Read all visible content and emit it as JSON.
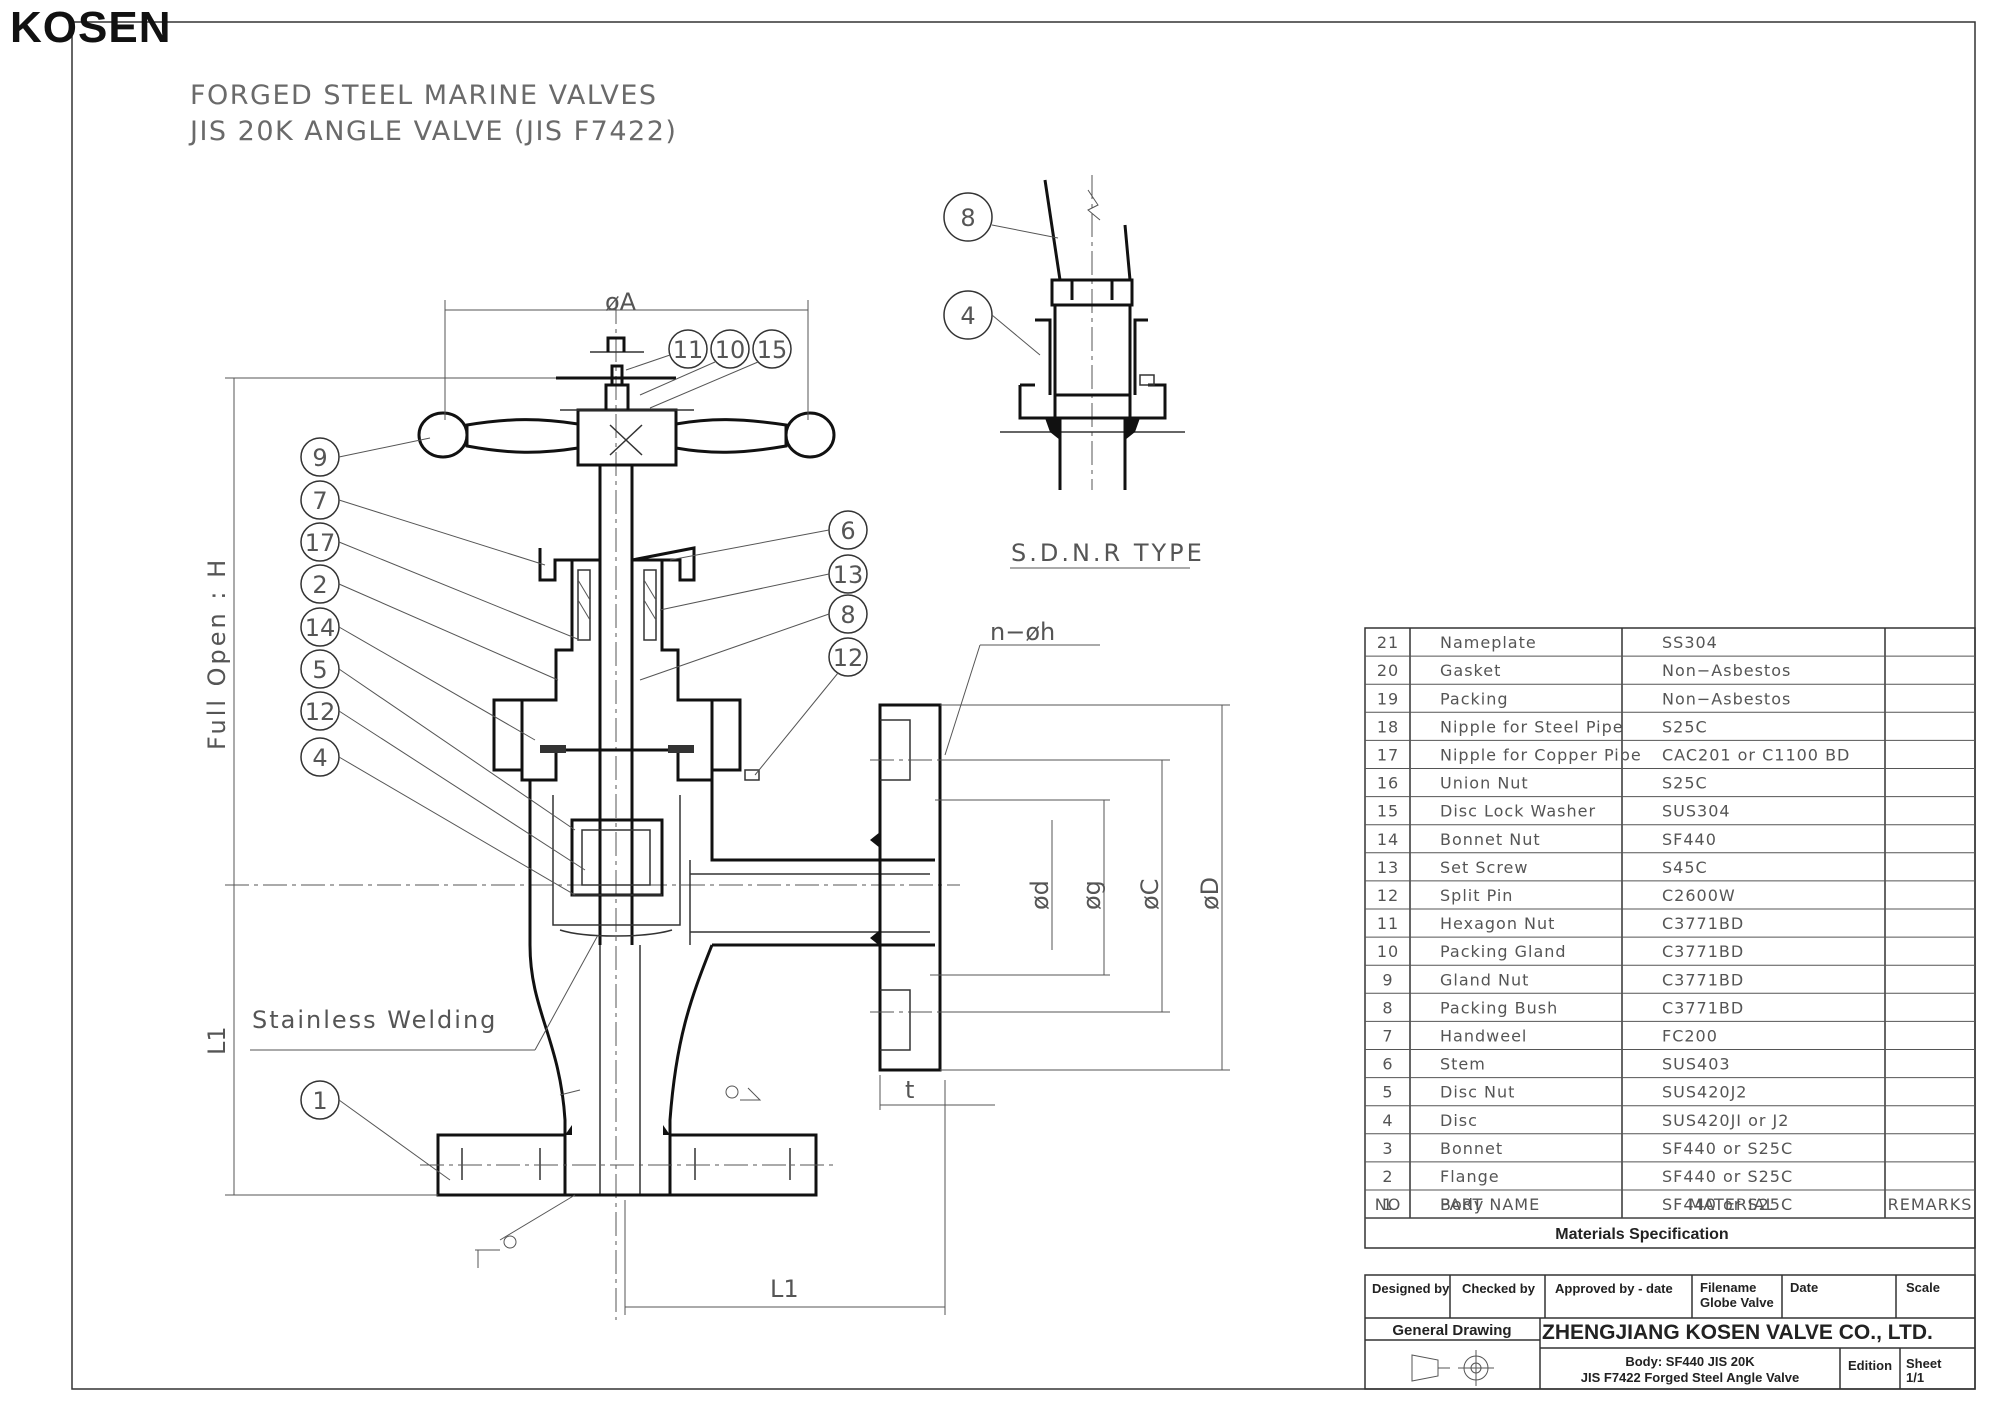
{
  "logo": "KOSEN",
  "title": {
    "line1": "FORGED STEEL MARINE VALVES",
    "line2": "JIS 20K ANGLE VALVE (JIS F7422)"
  },
  "detail": {
    "label": "S.D.N.R TYPE",
    "balloons": [
      "8",
      "4"
    ]
  },
  "dimensions": {
    "phiA": "øA",
    "full_open_h": "Full Open : H",
    "L1_vertical": "L1",
    "L1_horizontal": "L1",
    "n_phi_h": "n−øh",
    "phi_d": "ød",
    "phi_g": "øg",
    "phi_C": "øC",
    "phi_D": "øD",
    "t": "t"
  },
  "welding_note": "Stainless Welding",
  "balloons": {
    "b9": "9",
    "b7": "7",
    "b17": "17",
    "b2": "2",
    "b14": "14",
    "b5": "5",
    "b12a": "12",
    "b4": "4",
    "b1": "1",
    "b11": "11",
    "b10": "10",
    "b15": "15",
    "b6": "6",
    "b13": "13",
    "b8": "8",
    "b12b": "12"
  },
  "parts": [
    {
      "no": "21",
      "name": "Nameplate",
      "material": "SS304"
    },
    {
      "no": "20",
      "name": "Gasket",
      "material": "Non−Asbestos"
    },
    {
      "no": "19",
      "name": "Packing",
      "material": "Non−Asbestos"
    },
    {
      "no": "18",
      "name": "Nipple for Steel Pipe",
      "material": "S25C"
    },
    {
      "no": "17",
      "name": "Nipple for Copper Pipe",
      "material": "CAC201 or C1100 BD"
    },
    {
      "no": "16",
      "name": "Union Nut",
      "material": "S25C"
    },
    {
      "no": "15",
      "name": "Disc Lock Washer",
      "material": "SUS304"
    },
    {
      "no": "14",
      "name": "Bonnet Nut",
      "material": "SF440"
    },
    {
      "no": "13",
      "name": "Set Screw",
      "material": "S45C"
    },
    {
      "no": "12",
      "name": "Split Pin",
      "material": "C2600W"
    },
    {
      "no": "11",
      "name": "Hexagon Nut",
      "material": "C3771BD"
    },
    {
      "no": "10",
      "name": "Packing Gland",
      "material": "C3771BD"
    },
    {
      "no": "9",
      "name": "Gland Nut",
      "material": "C3771BD"
    },
    {
      "no": "8",
      "name": "Packing Bush",
      "material": "C3771BD"
    },
    {
      "no": "7",
      "name": "Handweel",
      "material": "FC200"
    },
    {
      "no": "6",
      "name": "Stem",
      "material": "SUS403"
    },
    {
      "no": "5",
      "name": "Disc Nut",
      "material": "SUS420J2"
    },
    {
      "no": "4",
      "name": "Disc",
      "material": "SUS420JI or J2"
    },
    {
      "no": "3",
      "name": "Bonnet",
      "material": "SF440 or S25C"
    },
    {
      "no": "2",
      "name": "Flange",
      "material": "SF440 or S25C"
    },
    {
      "no": "1",
      "name": "Body",
      "material": "SF440 or S25C"
    }
  ],
  "table_headers": {
    "no": "NO",
    "name": "PART NAME",
    "material": "MATERIAL",
    "remarks": "REMARKS"
  },
  "table_caption": "Materials Specification",
  "title_block": {
    "designed_by": "Designed by",
    "checked_by": "Checked by",
    "approved_by": "Approved by - date",
    "filename_label": "Filename",
    "filename": "Globe Valve",
    "date": "Date",
    "scale": "Scale",
    "drawing_type": "General Drawing",
    "company": "ZHENGJIANG KOSEN VALVE CO., LTD.",
    "body_line1": "Body: SF440  JIS 20K",
    "body_line2": "JIS F7422 Forged Steel Angle Valve",
    "edition": "Edition",
    "sheet_label": "Sheet",
    "sheet": "1/1"
  }
}
